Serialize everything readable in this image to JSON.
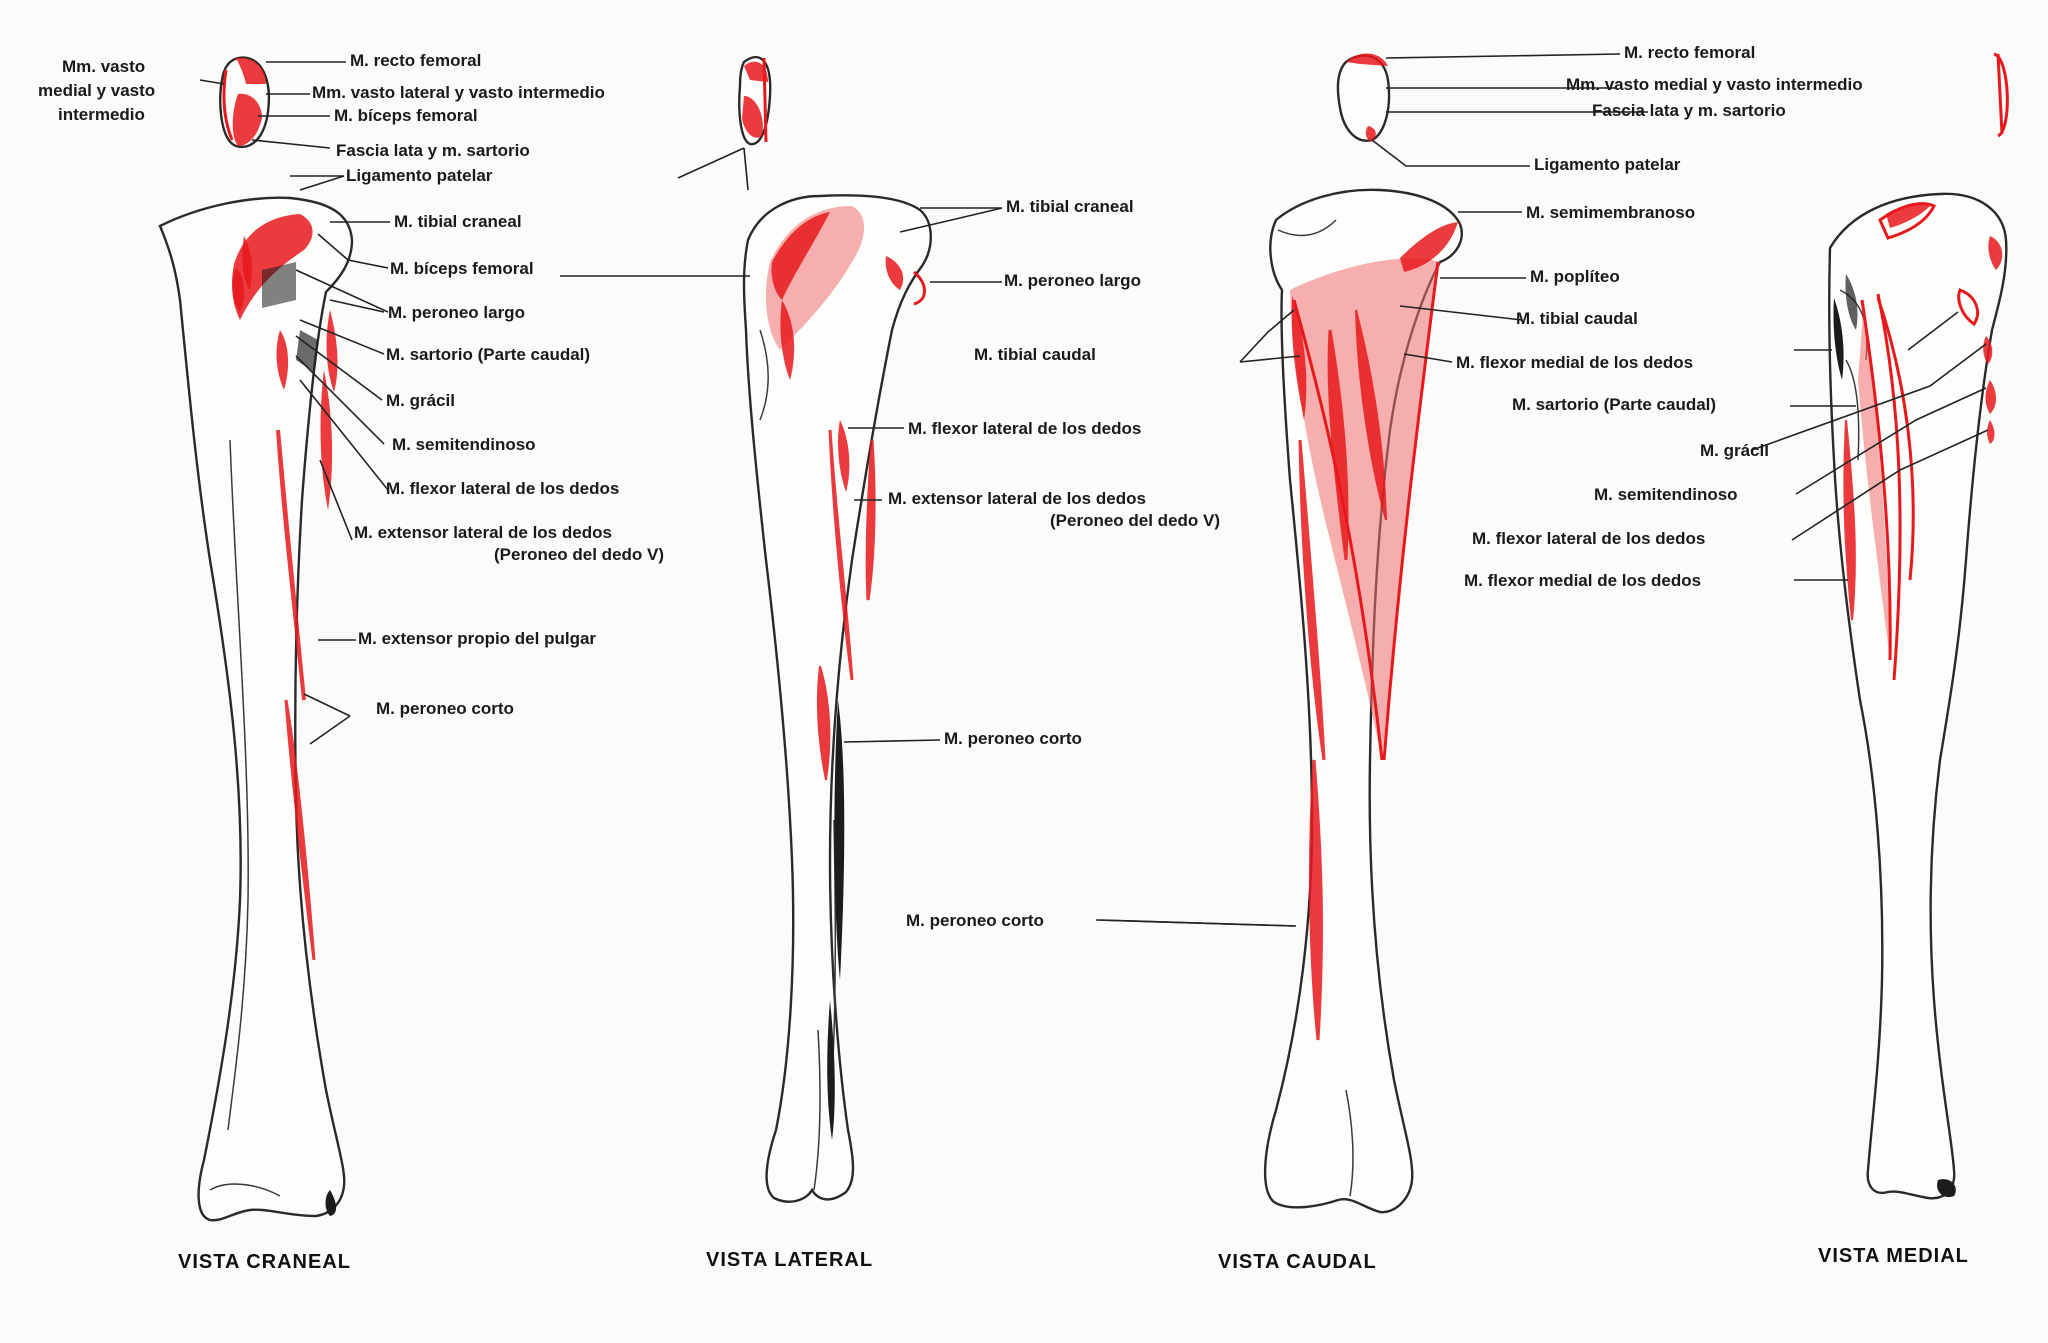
{
  "colors": {
    "muscle": "#e8191c",
    "bone_outline": "#2a2a2a",
    "background": "#fbfbfa"
  },
  "views": {
    "craneal": {
      "title": "VISTA CRANEAL",
      "labels": {
        "vasto_medial": [
          "Mm. vasto",
          "medial y vasto",
          "intermedio"
        ],
        "recto_femoral": "M. recto femoral",
        "vasto_lateral": "Mm. vasto lateral y vasto intermedio",
        "biceps_femoral_top": "M. bíceps femoral",
        "fascia_lata": "Fascia lata y m. sartorio",
        "ligamento_patelar": "Ligamento patelar",
        "tibial_craneal": "M. tibial craneal",
        "biceps_femoral": "M. bíceps femoral",
        "peroneo_largo": "M. peroneo largo",
        "sartorio": "M. sartorio (Parte caudal)",
        "gracil": "M. grácil",
        "semitendinoso": "M. semitendinoso",
        "flexor_lateral": "M. flexor lateral de los dedos",
        "extensor_lateral": [
          "M. extensor lateral de los dedos",
          "(Peroneo del dedo V)"
        ],
        "extensor_propio": "M. extensor propio del pulgar",
        "peroneo_corto": "M. peroneo corto"
      }
    },
    "lateral": {
      "title": "VISTA LATERAL",
      "labels": {
        "tibial_craneal": "M. tibial craneal",
        "peroneo_largo": "M. peroneo largo",
        "tibial_caudal": "M. tibial caudal",
        "flexor_lateral": "M. flexor lateral de los dedos",
        "extensor_lateral": [
          "M. extensor lateral de los dedos",
          "(Peroneo del dedo V)"
        ],
        "peroneo_corto": "M. peroneo corto",
        "peroneo_corto_2": "M. peroneo corto"
      }
    },
    "caudal": {
      "title": "VISTA CAUDAL",
      "labels": {
        "recto_femoral": "M. recto femoral",
        "vasto_medial": "Mm. vasto medial y vasto intermedio",
        "fascia_lata": "Fascia lata y m. sartorio",
        "ligamento_patelar": "Ligamento patelar",
        "semimembranoso": "M. semimembranoso",
        "popliteo": "M. poplíteo",
        "tibial_caudal": "M. tibial caudal",
        "flexor_medial": "M. flexor medial de los dedos"
      }
    },
    "medial": {
      "title": "VISTA MEDIAL",
      "labels": {
        "sartorio": "M. sartorio (Parte caudal)",
        "gracil": "M. grácil",
        "semitendinoso": "M. semitendinoso",
        "flexor_lateral": "M. flexor lateral de los dedos",
        "flexor_medial": "M. flexor medial de los dedos"
      }
    }
  }
}
